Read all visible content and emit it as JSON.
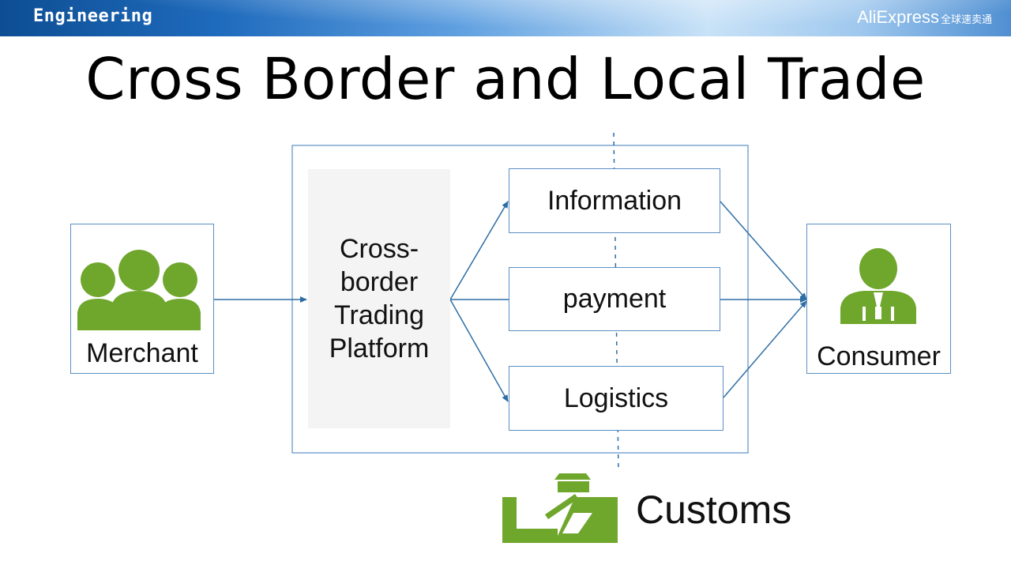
{
  "header": {
    "category": "Engineering",
    "brand_name": "AliExpress",
    "brand_sub": "全球速卖通"
  },
  "title": "Cross Border and Local Trade",
  "diagram": {
    "merchant_label": "Merchant",
    "consumer_label": "Consumer",
    "platform_lines": [
      "Cross-",
      "border",
      "Trading",
      "Platform"
    ],
    "flows": [
      "Information",
      "payment",
      "Logistics"
    ],
    "customs_label": "Customs"
  },
  "colors": {
    "icon_green": "#6fa62c",
    "line_blue": "#2e6da4",
    "box_border": "#5b8fc4"
  },
  "icons": [
    "merchant-group-icon",
    "consumer-person-icon",
    "customs-officer-icon"
  ]
}
